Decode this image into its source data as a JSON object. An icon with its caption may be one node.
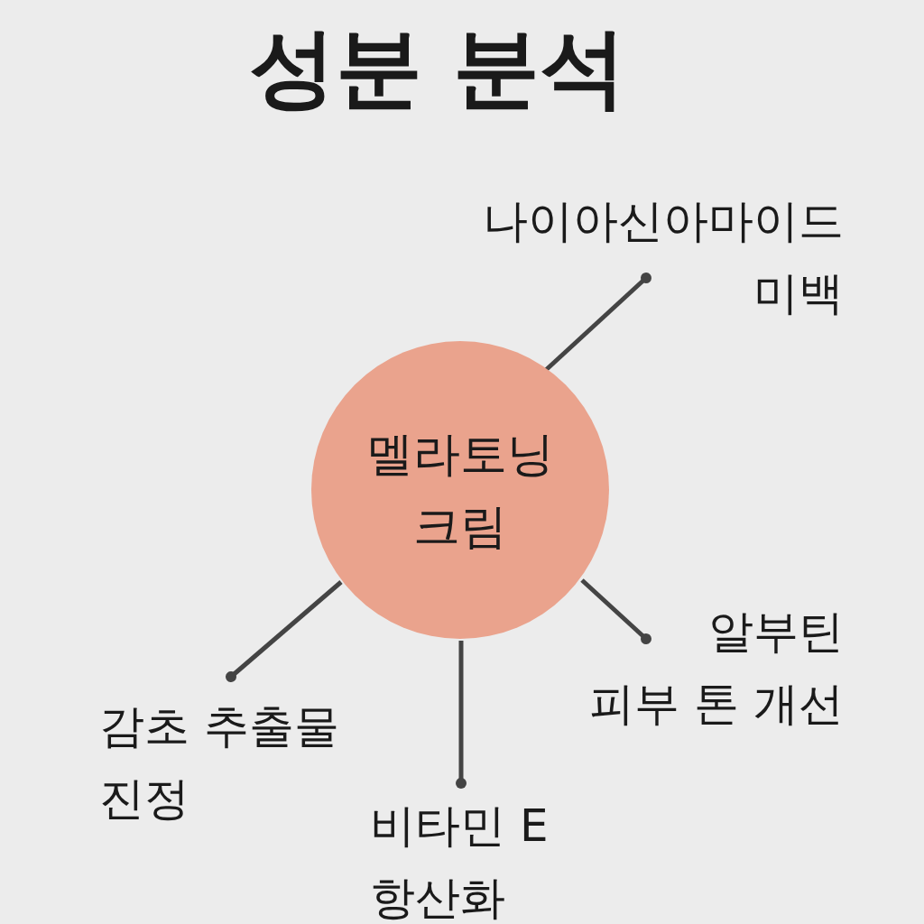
{
  "diagram": {
    "title": "성분 분석",
    "nodes": [
      {
        "text": [
          "멜라토닝 크림"
        ]
      },
      {
        "text": [
          "나이아신아마이드",
          "미백"
        ]
      },
      {
        "text": [
          "알부틴",
          "피부 톤 개선"
        ]
      },
      {
        "text": [
          "감초 추출물",
          "진정"
        ]
      },
      {
        "text": [
          "비타민 E",
          "항산화"
        ]
      }
    ],
    "edges": [
      {
        "from": 0,
        "to": 1,
        "arrow": "other"
      },
      {
        "from": 0,
        "to": 2,
        "arrow": "other"
      },
      {
        "from": 0,
        "to": 3,
        "arrow": "other"
      },
      {
        "from": 0,
        "to": 4,
        "arrow": "other"
      }
    ]
  }
}
